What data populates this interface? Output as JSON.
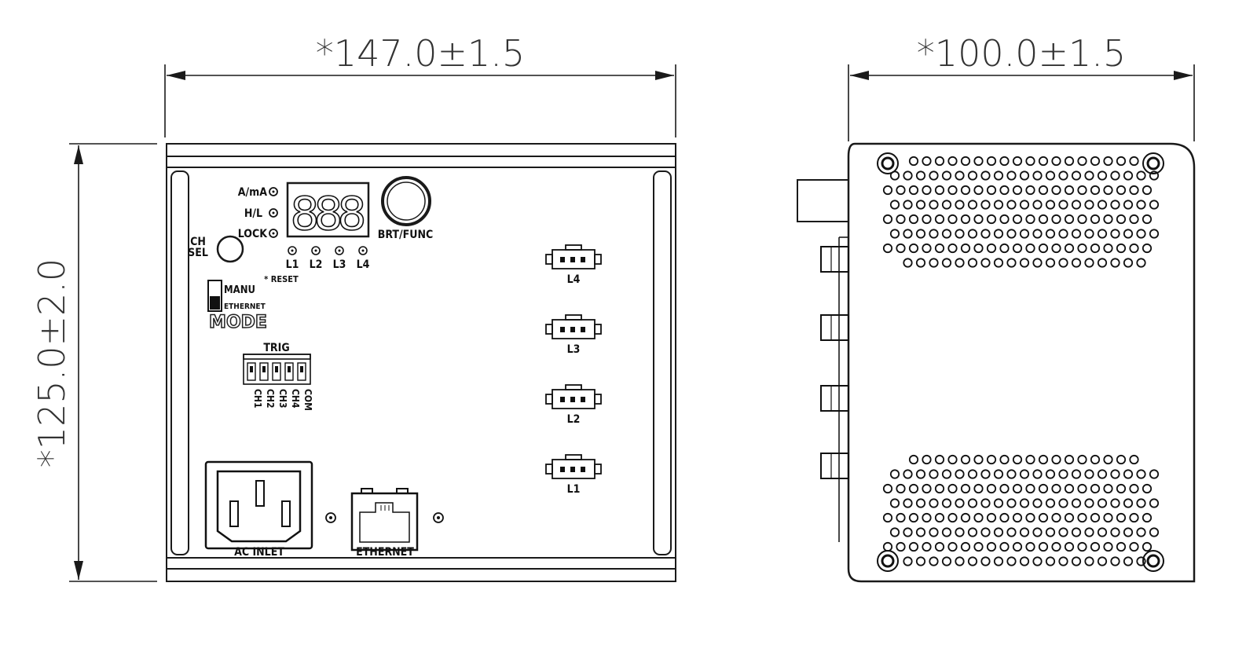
{
  "dimensions": {
    "front_width": "*147.0±1.5",
    "side_depth": "*100.0±1.5",
    "height": "*125.0±2.0"
  },
  "front_panel": {
    "indicators": [
      "A/mA",
      "H/L",
      "LOCK"
    ],
    "display_digits": [
      "8",
      "8",
      "8"
    ],
    "knob_label": "BRT/FUNC",
    "ch_sel_label_line1": "CH",
    "ch_sel_label_line2": "SEL",
    "leds": [
      "L1",
      "L2",
      "L3",
      "L4"
    ],
    "reset_label": "* RESET",
    "mode_switch": {
      "option_top": "MANU",
      "option_bottom": "ETHERNET",
      "title": "MODE"
    },
    "trig": {
      "title": "TRIG",
      "pins": [
        "CH1",
        "CH2",
        "CH3",
        "CH4",
        "COM"
      ]
    },
    "outputs": [
      "L4",
      "L3",
      "L2",
      "L1"
    ],
    "ac_inlet_label": "AC INLET",
    "ethernet_label": "ETHERNET"
  },
  "colors": {
    "line": "#1a1a1a",
    "background": "#ffffff"
  }
}
